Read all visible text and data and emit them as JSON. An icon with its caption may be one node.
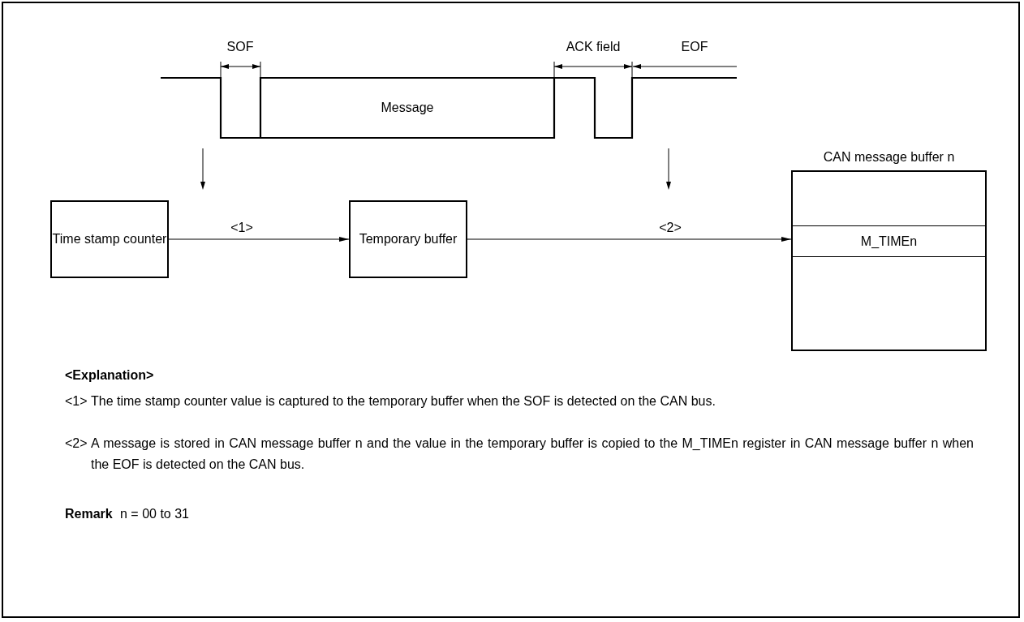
{
  "diagram": {
    "nodes": [
      {
        "text": [
          "Time stamp counter"
        ]
      },
      {
        "text": [
          "Temporary buffer"
        ]
      },
      {
        "text": [
          "CAN message buffer n"
        ]
      },
      {
        "text": [
          "M_TIMEn"
        ],
        "in": 2
      }
    ],
    "edges": [
      {
        "from": 0,
        "to": 1,
        "arrow": "to",
        "label": "<1>"
      },
      {
        "from": 1,
        "to": 2,
        "arrow": "to",
        "label": "<2>"
      }
    ],
    "labels": [
      "SOF",
      "ACK field",
      "EOF",
      "Message",
      "<Explanation>",
      "<1>",
      "The time stamp counter value is captured to the temporary buffer when the SOF is detected on the CAN bus.",
      "<2>",
      "A message is stored in CAN message buffer n and the value in the temporary buffer is copied to the M_TIMEn register in CAN message buffer n when the EOF is detected on the CAN bus.",
      "Remark",
      "n = 00 to 31"
    ]
  }
}
